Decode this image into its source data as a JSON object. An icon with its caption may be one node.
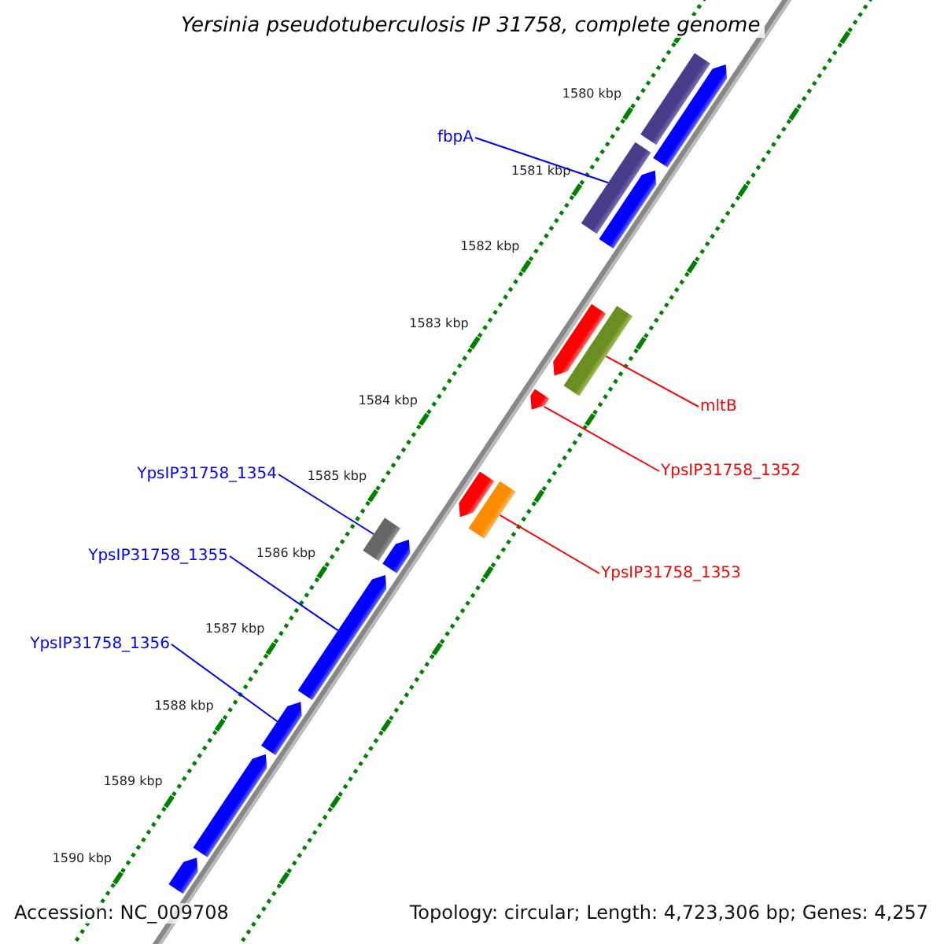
{
  "diagram": {
    "title": "Yersinia pseudotuberculosis IP 31758, complete genome",
    "nodes": [
      {
        "text": [
          "fbpA"
        ]
      },
      {
        "text": [
          "mltB"
        ]
      },
      {
        "text": [
          "YpsIP31758_1352"
        ]
      },
      {
        "text": [
          "YpsIP31758_1354"
        ]
      },
      {
        "text": [
          "YpsIP31758_1355"
        ]
      },
      {
        "text": [
          "YpsIP31758_1353"
        ]
      },
      {
        "text": [
          "YpsIP31758_1356"
        ]
      },
      {
        "text": [],
        "shape": "bar"
      },
      {
        "text": [],
        "shape": "arrow"
      },
      {
        "text": [],
        "shape": "bar"
      },
      {
        "text": [],
        "shape": "arrow"
      },
      {
        "text": [],
        "shape": "arrow"
      },
      {
        "text": [],
        "shape": "bar"
      },
      {
        "text": [],
        "shape": "arrow"
      },
      {
        "text": [],
        "shape": "arrow"
      },
      {
        "text": [],
        "shape": "bar"
      },
      {
        "text": [],
        "shape": "bar"
      },
      {
        "text": [],
        "shape": "arrow"
      },
      {
        "text": [],
        "shape": "arrow"
      },
      {
        "text": [],
        "shape": "arrow"
      },
      {
        "text": [],
        "shape": "arrow"
      },
      {
        "text": [],
        "shape": "arrow"
      }
    ],
    "edges": [
      {
        "from": 0,
        "to": 9,
        "arrow": "none"
      },
      {
        "from": 1,
        "to": 12,
        "arrow": "none",
        "color": "#ff0000"
      },
      {
        "from": 2,
        "to": 13,
        "arrow": "none",
        "color": "#ff0000"
      },
      {
        "from": 3,
        "to": 16,
        "arrow": "none"
      },
      {
        "from": 4,
        "to": 18,
        "arrow": "none"
      },
      {
        "from": 5,
        "to": 15,
        "arrow": "none",
        "color": "#ff0000"
      },
      {
        "from": 6,
        "to": 19,
        "arrow": "none"
      }
    ],
    "labels": [
      "1580 kbp",
      "1581 kbp",
      "1582 kbp",
      "1583 kbp",
      "1584 kbp",
      "1585 kbp",
      "1586 kbp",
      "1587 kbp",
      "1588 kbp",
      "1589 kbp",
      "1590 kbp",
      "Accession: NC_009708",
      "Topology: circular; Length: 4,723,306 bp; Genes: 4,257"
    ]
  }
}
